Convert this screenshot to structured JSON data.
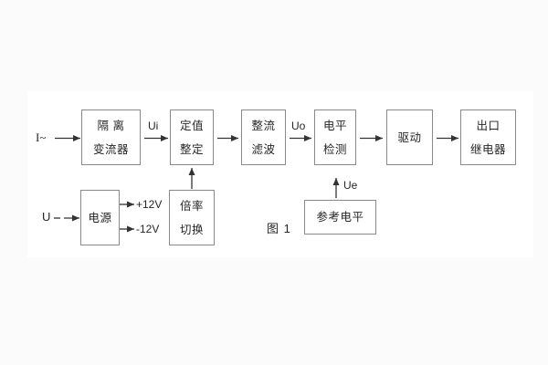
{
  "colors": {
    "page_bg": "#fbfbfb",
    "canvas_bg": "#ffffff",
    "box_border": "#8a8a8a",
    "wire": "#333333",
    "text": "#262626"
  },
  "diagram": {
    "caption": "图 1",
    "inputs": {
      "current_input": "I~",
      "voltage_input": "U"
    },
    "signal_labels": {
      "ui": "Ui",
      "uo": "Uo",
      "ue": "Ue"
    },
    "power_rails": {
      "positive": "+12V",
      "negative": "-12V"
    },
    "blocks": {
      "isolation_transformer": "隔 离\n变流器",
      "setting_adjust": "定值\n整定",
      "rectifier_filter": "整流\n滤波",
      "level_detector": "电平\n检测",
      "driver": "驱动",
      "output_relay": "出口\n继电器",
      "power_supply": "电源",
      "ratio_switch": "倍率\n切换",
      "reference_level": "参考电平"
    }
  }
}
